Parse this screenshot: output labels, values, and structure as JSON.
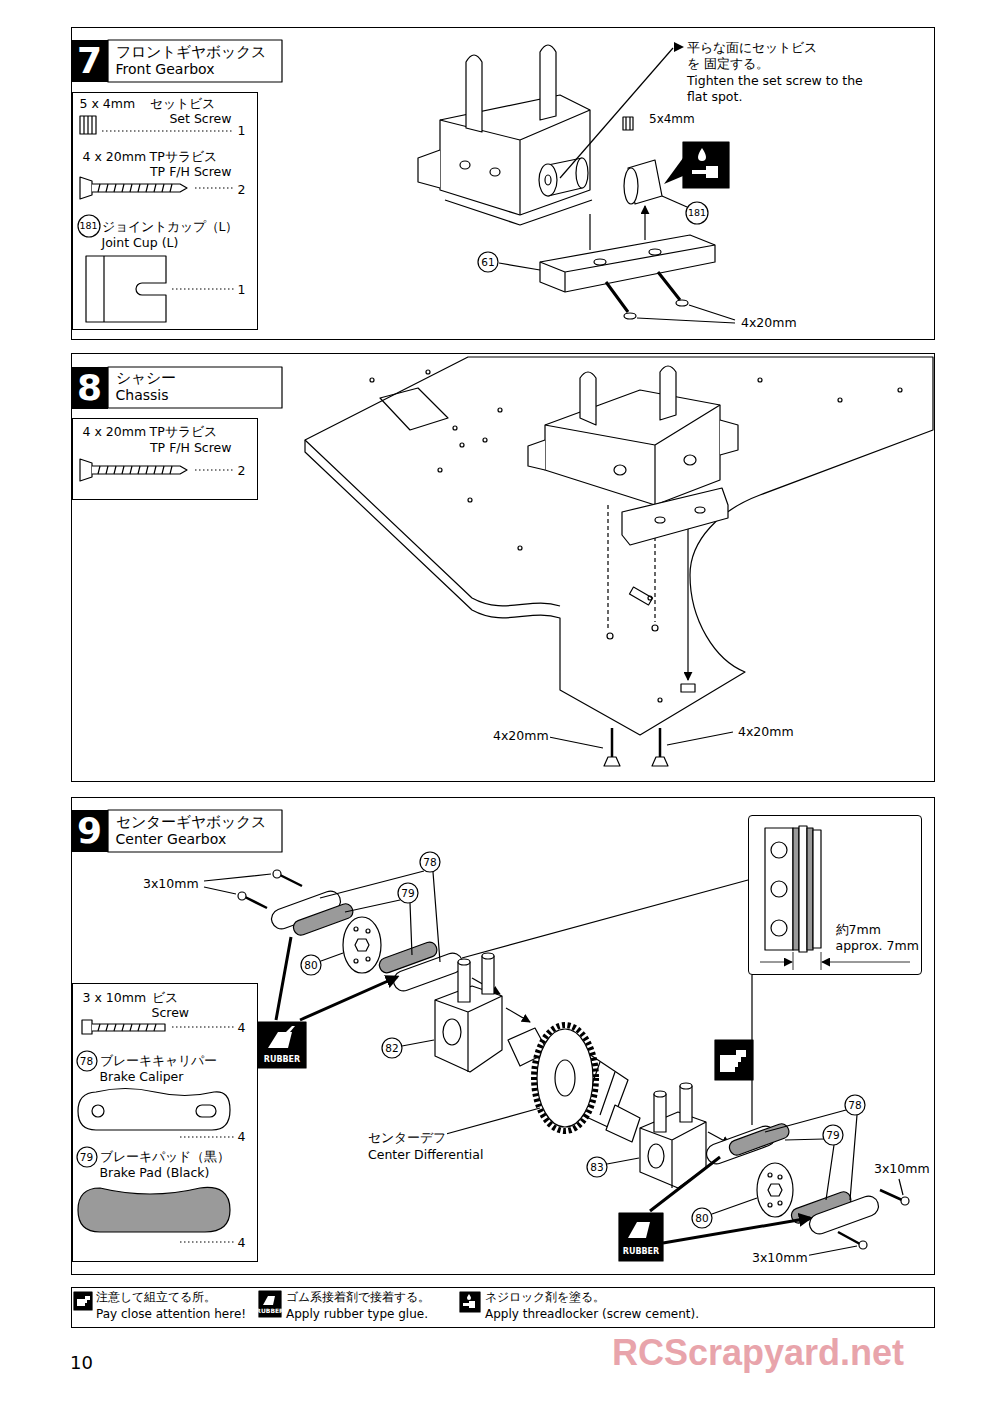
{
  "diagram": {
    "nodes": [
      {
        "text": [
          "7",
          "フロントギヤボックス",
          "Front Gearbox"
        ]
      },
      {
        "text": [
          "5 x 4mm",
          "セットビス",
          "Set Screw",
          "1",
          "4 x 20mm",
          "TPサラビス",
          "TP F/H Screw",
          "2",
          "181",
          "ジョイントカップ（L）",
          "Joint Cup (L)",
          "1"
        ],
        "in": 0
      },
      {
        "text": [
          "8",
          "シャシー",
          "Chassis"
        ]
      },
      {
        "text": [
          "4 x 20mm",
          "TPサラビス",
          "TP F/H Screw",
          "2"
        ],
        "in": 2
      },
      {
        "text": [
          "9",
          "センターギヤボックス",
          "Center Gearbox"
        ]
      },
      {
        "text": [
          "3 x 10mm",
          "ビス",
          "Screw",
          "4",
          "78",
          "ブレーキキャリパー",
          "Brake Caliper",
          "4",
          "79",
          "ブレーキパッド（黒）",
          "Brake Pad (Black)",
          "4"
        ],
        "in": 4
      },
      {
        "text": [
          "約7mm",
          "approx. 7mm"
        ],
        "in": 4
      }
    ],
    "labels": [
      "平らな面にセットビスを 固定する。",
      "Tighten the set screw to the flat spot.",
      "5x4mm",
      "181",
      "61",
      "4x20mm",
      "4x20mm",
      "4x20mm",
      "78",
      "3x10mm",
      "79",
      "80",
      "RUBBER",
      "82",
      "センターデフ",
      "Center Differential",
      "78",
      "79",
      "3x10mm",
      "83",
      "80",
      "RUBBER",
      "3x10mm",
      "RUBBER",
      "10",
      "RCScrapyard.net"
    ],
    "legend": [
      {
        "text": "注意して組立てる所。"
      },
      {
        "text": "Pay close attention here!"
      },
      {
        "text": "ゴム系接着剤で接着する。"
      },
      {
        "text": "Apply rubber type glue."
      },
      {
        "text": "ネジロック剤を塗る。"
      },
      {
        "text": "Apply threadlocker (screw cement)."
      }
    ]
  }
}
